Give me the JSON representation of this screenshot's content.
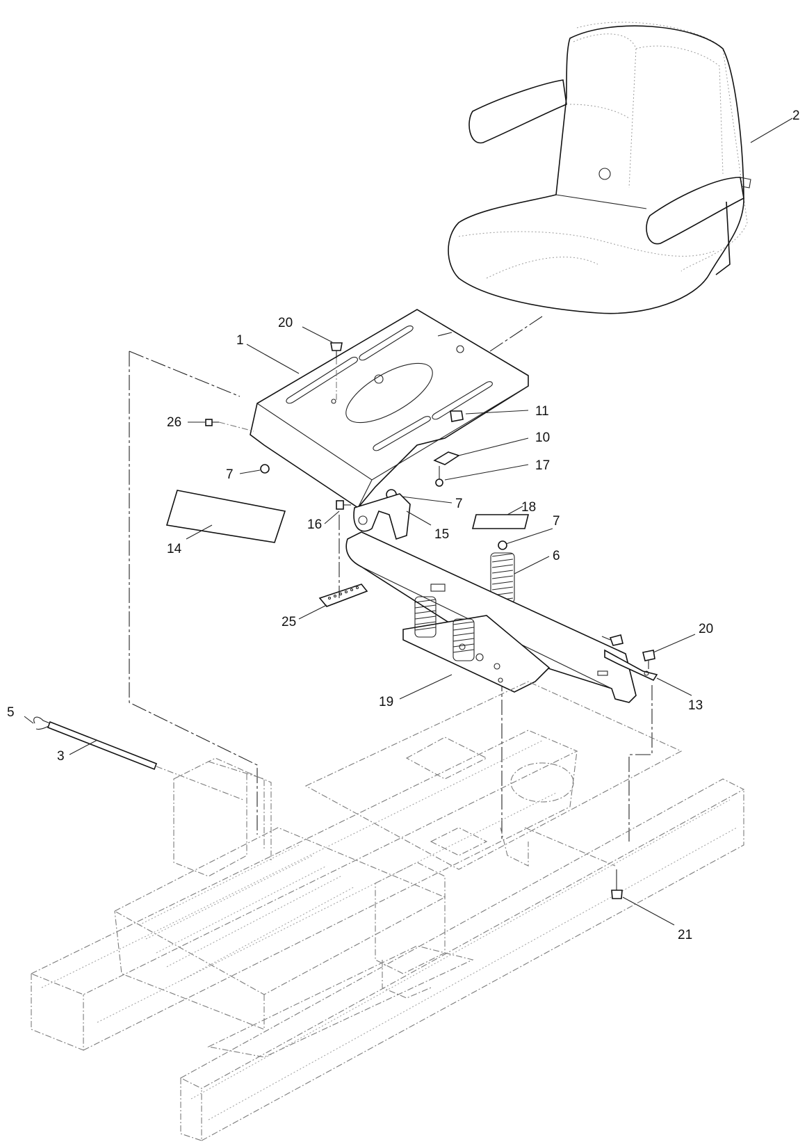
{
  "callouts": [
    {
      "id": "c2",
      "text": "2"
    },
    {
      "id": "c20a",
      "text": "20"
    },
    {
      "id": "c1",
      "text": "1"
    },
    {
      "id": "c26",
      "text": "26"
    },
    {
      "id": "c11",
      "text": "11"
    },
    {
      "id": "c10",
      "text": "10"
    },
    {
      "id": "c7a",
      "text": "7"
    },
    {
      "id": "c17",
      "text": "17"
    },
    {
      "id": "c7b",
      "text": "7"
    },
    {
      "id": "c18",
      "text": "18"
    },
    {
      "id": "c7c",
      "text": "7"
    },
    {
      "id": "c16",
      "text": "16"
    },
    {
      "id": "c15",
      "text": "15"
    },
    {
      "id": "c14",
      "text": "14"
    },
    {
      "id": "c6",
      "text": "6"
    },
    {
      "id": "c25",
      "text": "25"
    },
    {
      "id": "c20b",
      "text": "20"
    },
    {
      "id": "c19",
      "text": "19"
    },
    {
      "id": "c13",
      "text": "13"
    },
    {
      "id": "c5",
      "text": "5"
    },
    {
      "id": "c3",
      "text": "3"
    },
    {
      "id": "c21",
      "text": "21"
    }
  ]
}
